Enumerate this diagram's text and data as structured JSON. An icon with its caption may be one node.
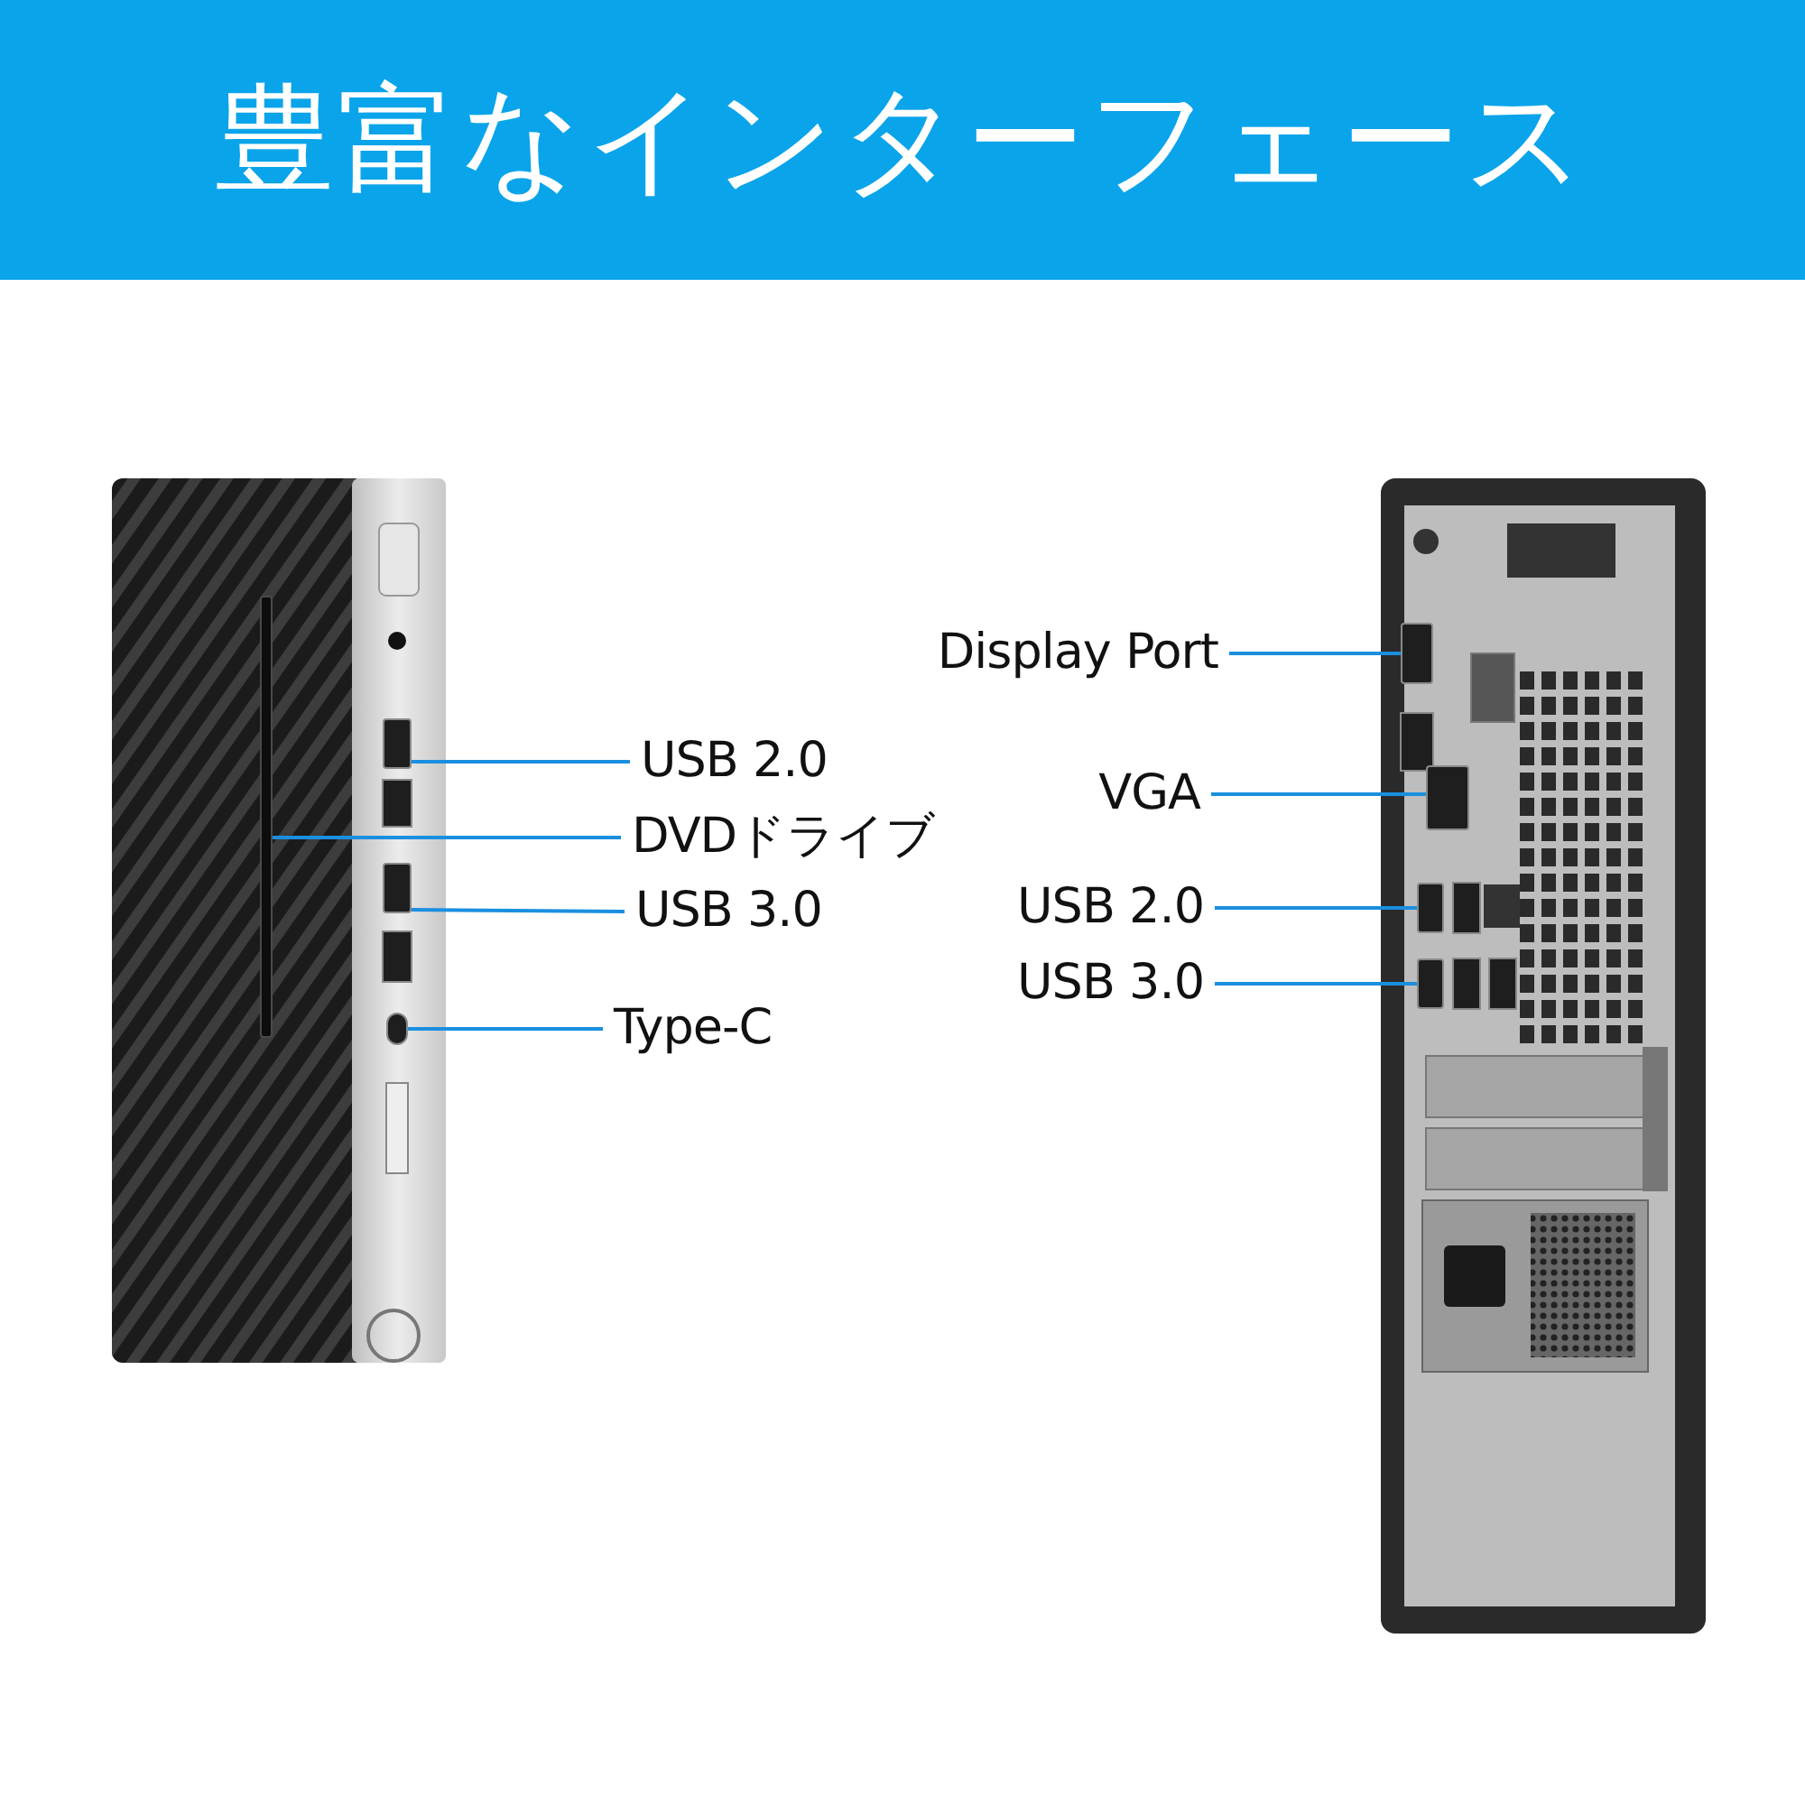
{
  "diagram": {
    "title": "豊富なインターフェース",
    "nodes": [
      {
        "text": [
          "USB 2.0"
        ]
      },
      {
        "text": [
          "DVDドライブ"
        ]
      },
      {
        "text": [
          "USB 3.0"
        ]
      },
      {
        "text": [
          "Type-C"
        ]
      },
      {
        "text": [
          "Display Port"
        ]
      },
      {
        "text": [
          "VGA"
        ]
      },
      {
        "text": [
          "USB 2.0"
        ]
      },
      {
        "text": [
          "USB 3.0"
        ]
      },
      {
        "text": [],
        "shape": "box"
      },
      {
        "text": [],
        "shape": "box"
      },
      {
        "text": [],
        "shape": "box"
      },
      {
        "text": [],
        "shape": "box"
      },
      {
        "text": [],
        "shape": "box"
      },
      {
        "text": [],
        "shape": "box"
      },
      {
        "text": [],
        "shape": "box"
      },
      {
        "text": [],
        "shape": "box"
      }
    ],
    "edges": [
      {
        "from": 0,
        "to": 8,
        "arrow": "none"
      },
      {
        "from": 1,
        "to": 9,
        "arrow": "none"
      },
      {
        "from": 2,
        "to": 10,
        "arrow": "none"
      },
      {
        "from": 3,
        "to": 11,
        "arrow": "none"
      },
      {
        "from": 4,
        "to": 12,
        "arrow": "none"
      },
      {
        "from": 5,
        "to": 13,
        "arrow": "none"
      },
      {
        "from": 6,
        "to": 14,
        "arrow": "none"
      },
      {
        "from": 7,
        "to": 15,
        "arrow": "none"
      }
    ]
  }
}
